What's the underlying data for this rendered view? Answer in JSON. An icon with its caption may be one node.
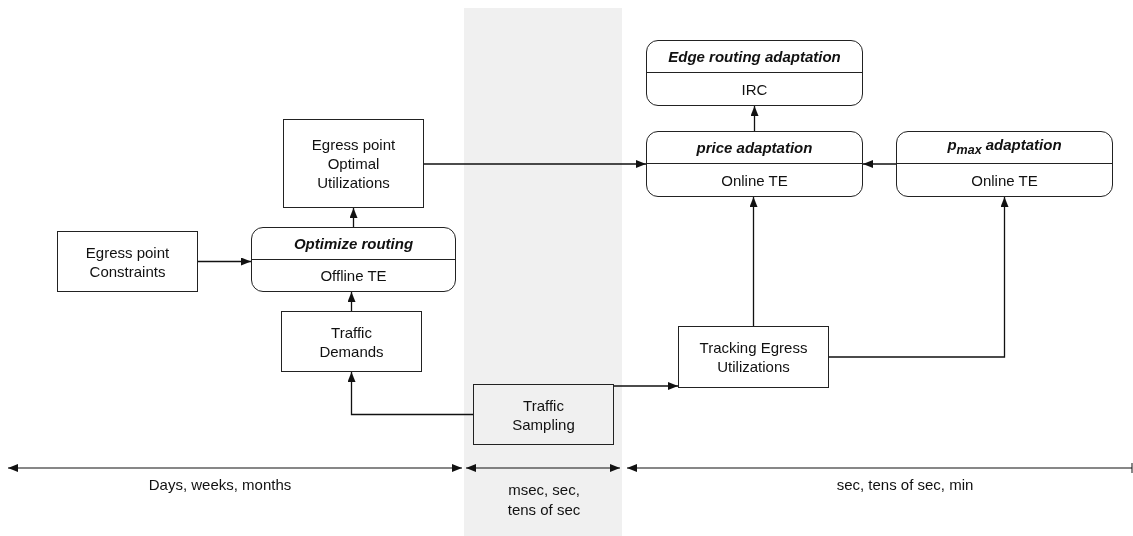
{
  "diagram": {
    "nodes": [
      {
        "text": [
          "Egress point Optimal Utilizations"
        ]
      },
      {
        "text": [
          "Egress point Constraints"
        ]
      },
      {
        "text": [
          "Optimize routing",
          "Offline TE"
        ]
      },
      {
        "text": [
          "Traffic Demands"
        ]
      },
      {
        "text": [
          "Edge routing adaptation",
          "IRC"
        ]
      },
      {
        "text": [
          "price adaptation",
          "Online TE"
        ]
      },
      {
        "text": [
          "p$_{max}$ adaptation",
          "Online TE"
        ]
      },
      {
        "text": [
          "Tracking Egress Utilizations"
        ]
      },
      {
        "text": [
          "Traffic Sampling"
        ]
      }
    ],
    "edges": [
      {
        "from": 1,
        "to": 2,
        "arrow": "to"
      },
      {
        "from": 3,
        "to": 2,
        "arrow": "to"
      },
      {
        "from": 2,
        "to": 0,
        "arrow": "to"
      },
      {
        "from": 0,
        "to": 5,
        "arrow": "to"
      },
      {
        "from": 6,
        "to": 5,
        "arrow": "to"
      },
      {
        "from": 5,
        "to": 4,
        "arrow": "to"
      },
      {
        "from": 7,
        "to": 5,
        "arrow": "to"
      },
      {
        "from": 7,
        "to": 6,
        "arrow": "to"
      },
      {
        "from": 8,
        "to": 3,
        "arrow": "to"
      },
      {
        "from": 8,
        "to": 7,
        "arrow": "to"
      }
    ],
    "labels": [
      "Days, weeks, months",
      "msec, sec, tens of sec",
      "sec, tens of sec, min"
    ]
  }
}
